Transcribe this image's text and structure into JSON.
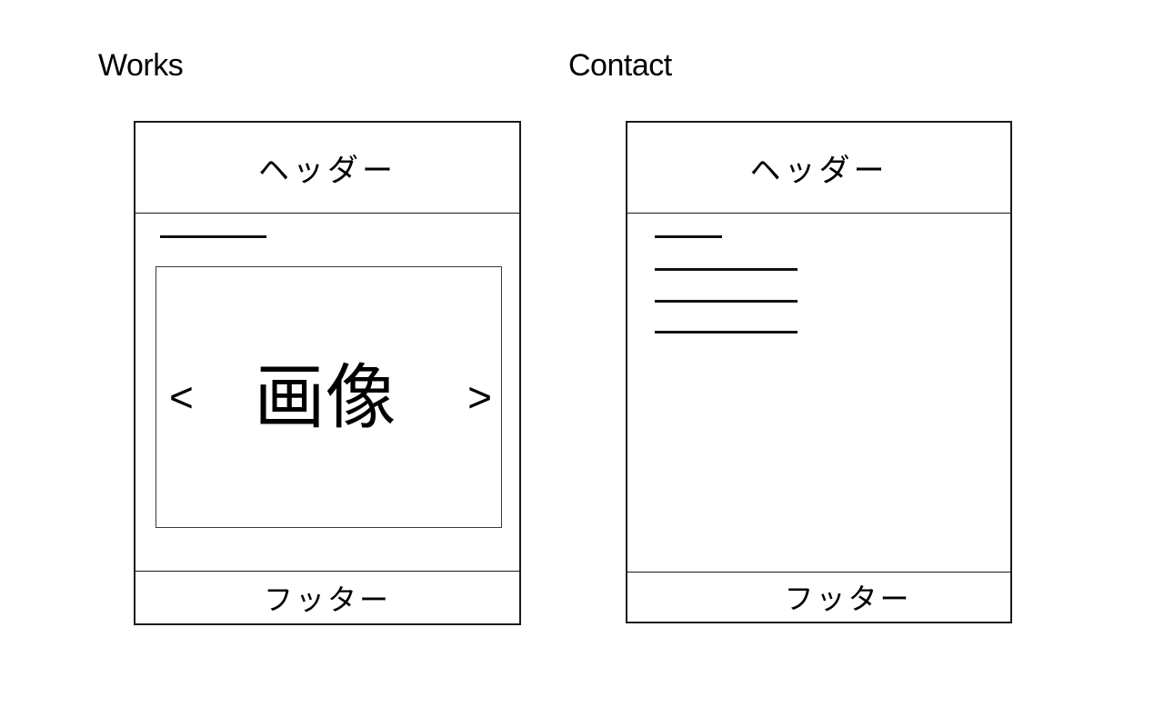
{
  "colors": {
    "ink": "#000000",
    "paper": "#ffffff"
  },
  "wireframes": {
    "works": {
      "label": "Works",
      "header": "ヘッダー",
      "footer": "フッター",
      "carousel": {
        "prev": "<",
        "image_label": "画像",
        "next": ">"
      }
    },
    "contact": {
      "label": "Contact",
      "header": "ヘッダー",
      "footer": "フッター"
    }
  }
}
